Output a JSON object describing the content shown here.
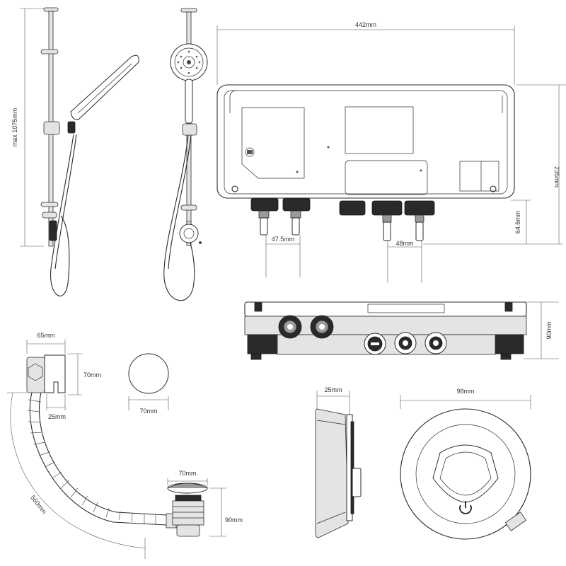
{
  "dimensions": {
    "shower_height": "max 1075mm",
    "unit_width": "442mm",
    "unit_height": "235mm",
    "inlet_height": "64.6mm",
    "inlet_spacing_left": "47.5mm",
    "inlet_spacing_right": "48mm",
    "unit_depth": "90mm",
    "overflow_width": "65mm",
    "overflow_height": "70mm",
    "overflow_outlet": "25mm",
    "cap_diameter": "70mm",
    "waste_width": "70mm",
    "waste_height": "90mm",
    "hose_length": "560mm",
    "controller_depth": "25mm",
    "controller_diameter": "98mm"
  },
  "icons": {
    "controller_button": "power-icon"
  }
}
